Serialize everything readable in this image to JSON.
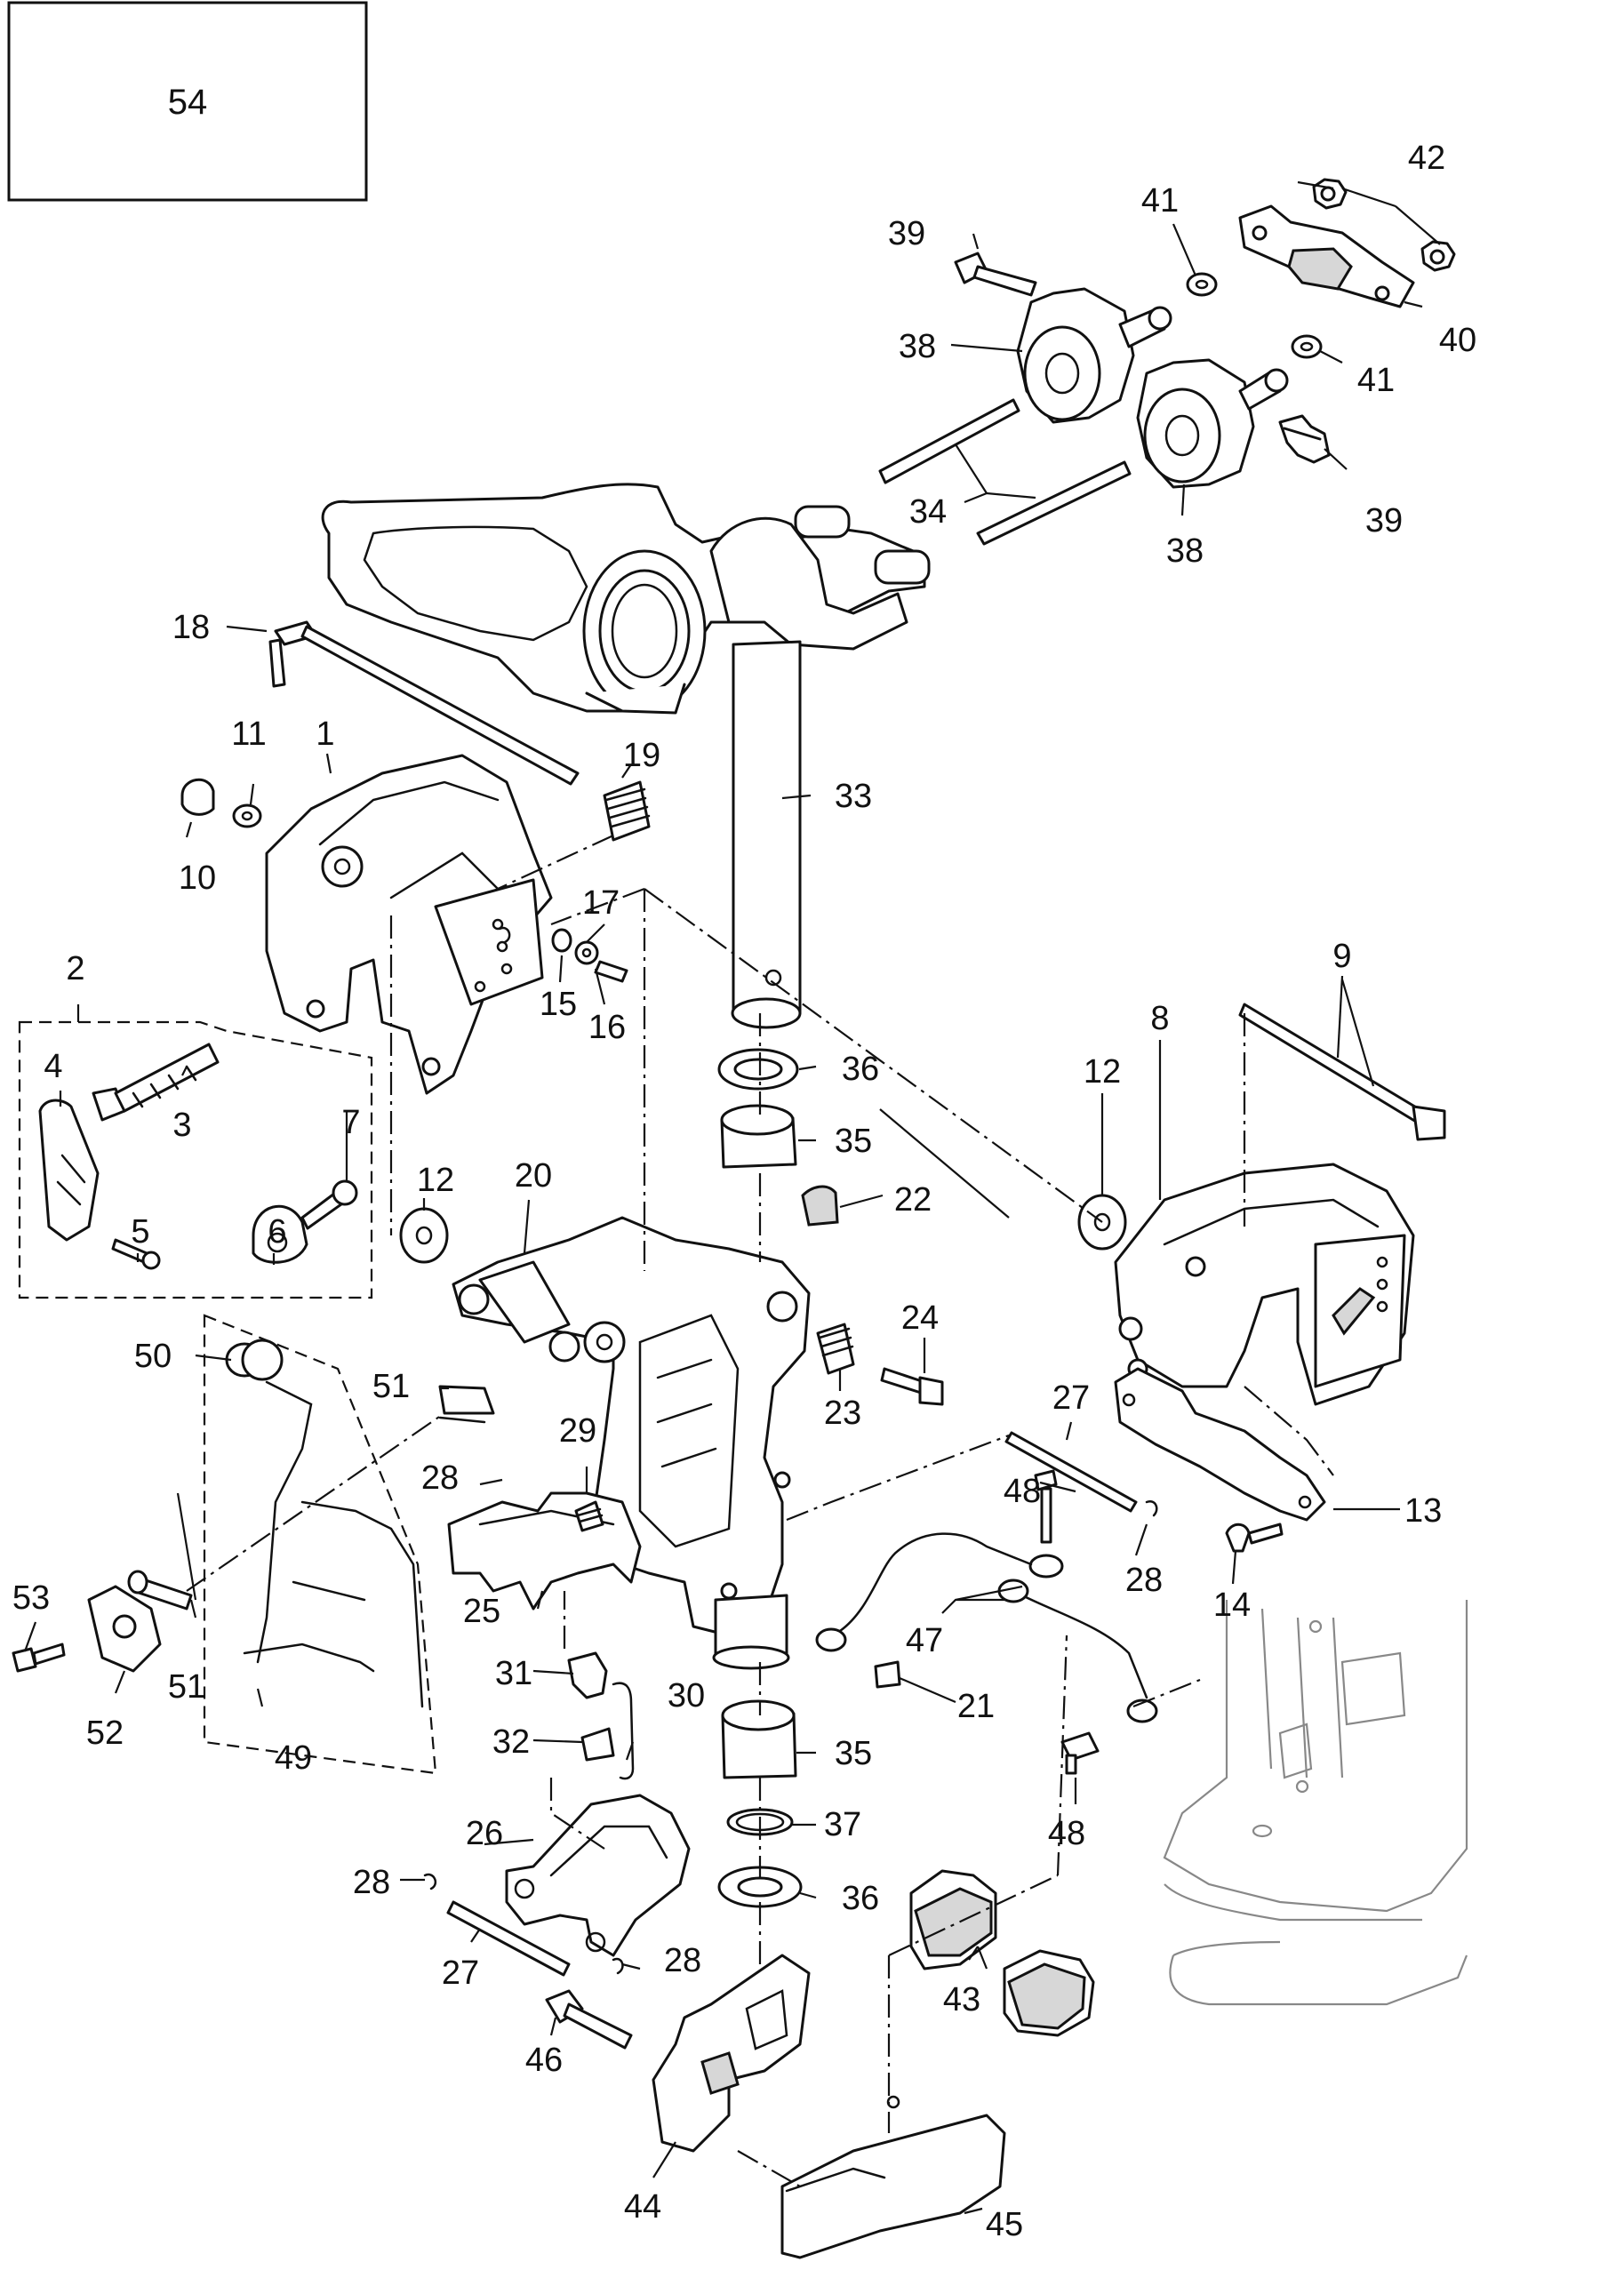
{
  "page_number": "54",
  "callouts": [
    {
      "id": "c1",
      "text": "1"
    },
    {
      "id": "c2",
      "text": "2"
    },
    {
      "id": "c3",
      "text": "3"
    },
    {
      "id": "c4",
      "text": "4"
    },
    {
      "id": "c5",
      "text": "5"
    },
    {
      "id": "c6",
      "text": "6"
    },
    {
      "id": "c7",
      "text": "7"
    },
    {
      "id": "c8",
      "text": "8"
    },
    {
      "id": "c9",
      "text": "9"
    },
    {
      "id": "c10",
      "text": "10"
    },
    {
      "id": "c11",
      "text": "11"
    },
    {
      "id": "c12a",
      "text": "12"
    },
    {
      "id": "c12b",
      "text": "12"
    },
    {
      "id": "c13",
      "text": "13"
    },
    {
      "id": "c14",
      "text": "14"
    },
    {
      "id": "c15",
      "text": "15"
    },
    {
      "id": "c16",
      "text": "16"
    },
    {
      "id": "c17",
      "text": "17"
    },
    {
      "id": "c18",
      "text": "18"
    },
    {
      "id": "c19",
      "text": "19"
    },
    {
      "id": "c20",
      "text": "20"
    },
    {
      "id": "c21",
      "text": "21"
    },
    {
      "id": "c22",
      "text": "22"
    },
    {
      "id": "c23",
      "text": "23"
    },
    {
      "id": "c24",
      "text": "24"
    },
    {
      "id": "c25",
      "text": "25"
    },
    {
      "id": "c26",
      "text": "26"
    },
    {
      "id": "c27a",
      "text": "27"
    },
    {
      "id": "c27b",
      "text": "27"
    },
    {
      "id": "c28a",
      "text": "28"
    },
    {
      "id": "c28b",
      "text": "28"
    },
    {
      "id": "c28c",
      "text": "28"
    },
    {
      "id": "c28d",
      "text": "28"
    },
    {
      "id": "c29",
      "text": "29"
    },
    {
      "id": "c30",
      "text": "30"
    },
    {
      "id": "c31",
      "text": "31"
    },
    {
      "id": "c32",
      "text": "32"
    },
    {
      "id": "c33",
      "text": "33"
    },
    {
      "id": "c34",
      "text": "34"
    },
    {
      "id": "c35a",
      "text": "35"
    },
    {
      "id": "c35b",
      "text": "35"
    },
    {
      "id": "c36a",
      "text": "36"
    },
    {
      "id": "c36b",
      "text": "36"
    },
    {
      "id": "c37",
      "text": "37"
    },
    {
      "id": "c38a",
      "text": "38"
    },
    {
      "id": "c38b",
      "text": "38"
    },
    {
      "id": "c39a",
      "text": "39"
    },
    {
      "id": "c39b",
      "text": "39"
    },
    {
      "id": "c40",
      "text": "40"
    },
    {
      "id": "c41a",
      "text": "41"
    },
    {
      "id": "c41b",
      "text": "41"
    },
    {
      "id": "c42",
      "text": "42"
    },
    {
      "id": "c43",
      "text": "43"
    },
    {
      "id": "c44",
      "text": "44"
    },
    {
      "id": "c45",
      "text": "45"
    },
    {
      "id": "c46",
      "text": "46"
    },
    {
      "id": "c47",
      "text": "47"
    },
    {
      "id": "c48a",
      "text": "48"
    },
    {
      "id": "c48b",
      "text": "48"
    },
    {
      "id": "c49",
      "text": "49"
    },
    {
      "id": "c50",
      "text": "50"
    },
    {
      "id": "c51a",
      "text": "51"
    },
    {
      "id": "c51b",
      "text": "51"
    },
    {
      "id": "c52",
      "text": "52"
    },
    {
      "id": "c53",
      "text": "53"
    }
  ]
}
